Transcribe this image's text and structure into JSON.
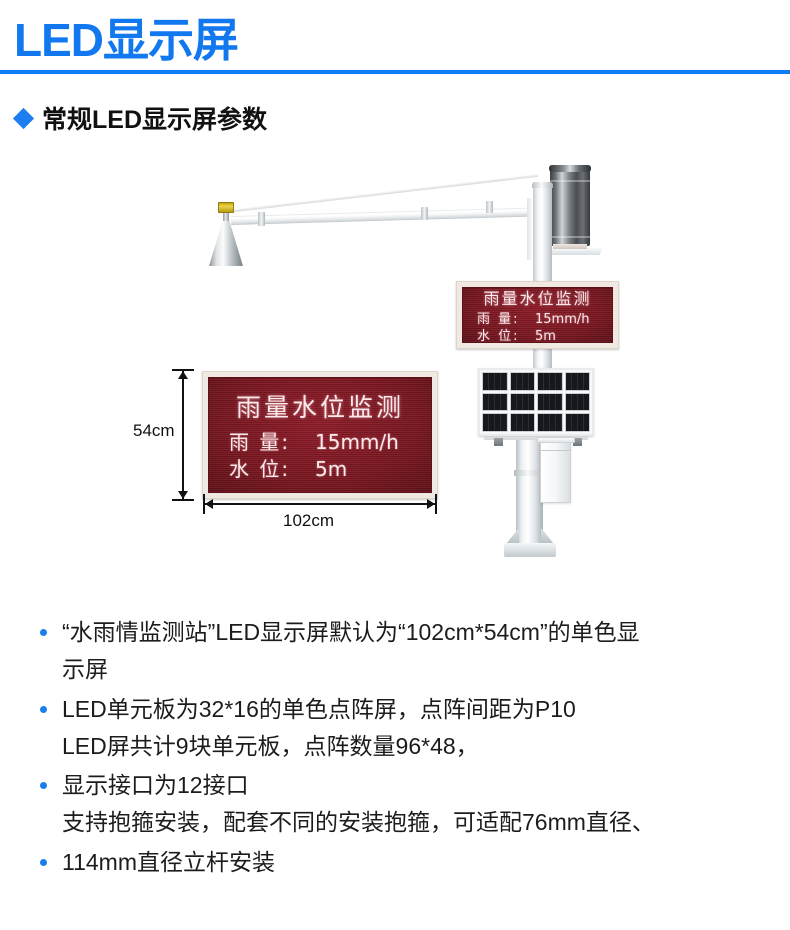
{
  "header": {
    "title": "LED显示屏",
    "accent_color": "#0a7cf5",
    "subtitle": "常规LED显示屏参数",
    "subtitle_bullet_icon": "diamond-icon"
  },
  "figure": {
    "alt_name": "水雨情监测站产品图",
    "led_sign_big": {
      "title": "雨量水位监测",
      "rows": [
        {
          "label": "雨 量:",
          "value": "15mm/h"
        },
        {
          "label": "水 位:",
          "value": "5m"
        }
      ],
      "screen_color": "#7a1620",
      "text_color": "#fbe9ec",
      "frame_color": "#efe9e1"
    },
    "led_sign_small": {
      "title": "雨量水位监测",
      "rows": [
        {
          "label": "雨 量:",
          "value": "15mm/h"
        },
        {
          "label": "水 位:",
          "value": "5m"
        }
      ]
    },
    "dimensions": {
      "height_label": "54cm",
      "width_label": "102cm"
    },
    "components": {
      "radar_sensor": "radar-level-sensor-icon",
      "rain_gauge": "rain-gauge-icon",
      "solar_panel": "solar-panel-icon",
      "control_cabinet": "control-cabinet-icon",
      "pole": "mounting-pole-icon",
      "cantilever_arm": "cantilever-arm-icon"
    }
  },
  "specs": {
    "bullet_icon": "bullet-dot-icon",
    "items": [
      {
        "lines": [
          "“水雨情监测站”LED显示屏默认为“102cm*54cm”的单色显",
          "示屏"
        ]
      },
      {
        "lines": [
          "LED单元板为32*16的单色点阵屏，点阵间距为P10",
          "LED屏共计9块单元板，点阵数量96*48，"
        ]
      },
      {
        "lines": [
          "显示接口为12接口",
          "支持抱箍安装，配套不同的安装抱箍，可适配76mm直径、"
        ]
      },
      {
        "lines": [
          "114mm直径立杆安装"
        ]
      }
    ]
  }
}
